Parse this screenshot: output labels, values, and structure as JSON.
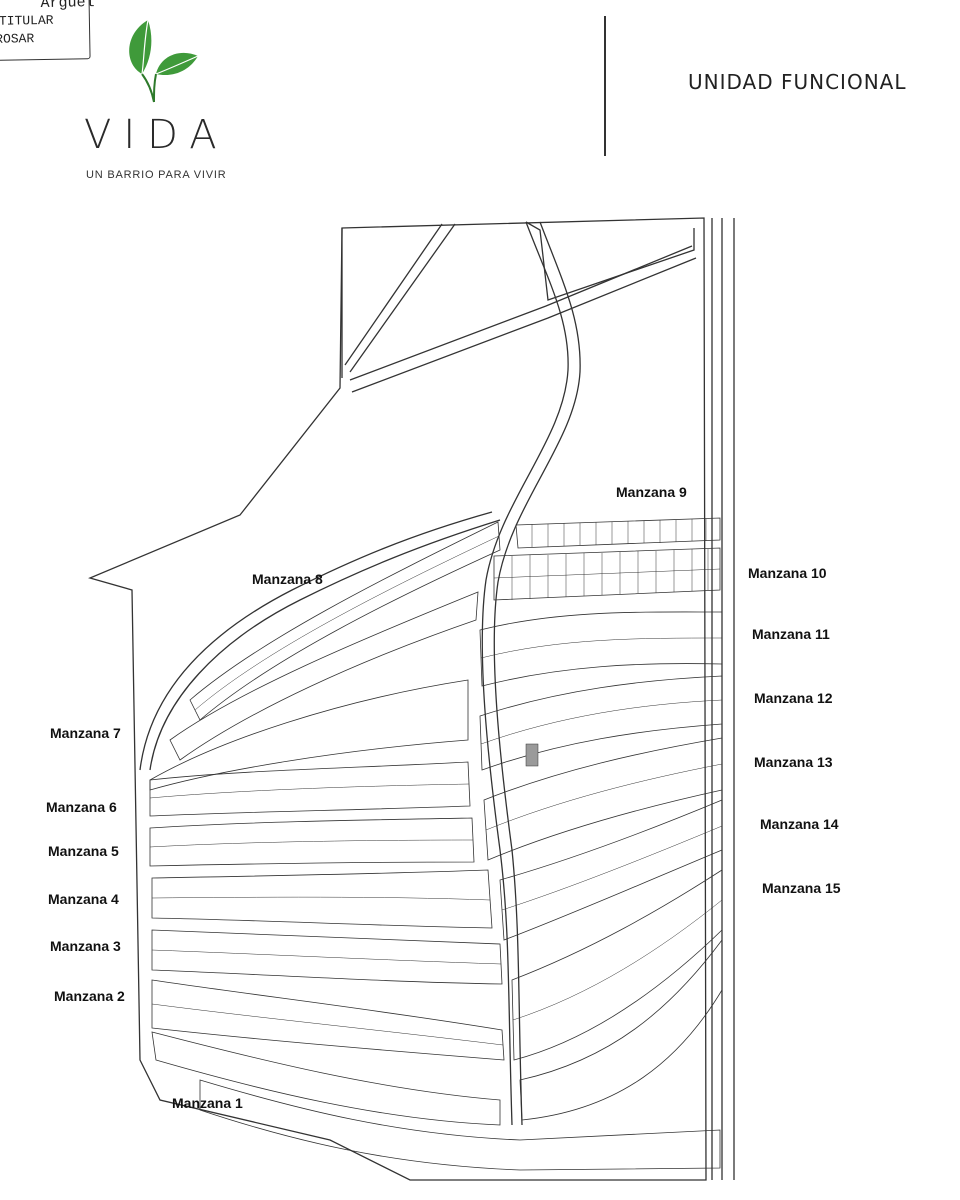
{
  "stamp": {
    "line1": "Argüel",
    "line2": "TITULAR",
    "line3": "ROSAR"
  },
  "brand": {
    "name": "VIDA",
    "tagline": "UN BARRIO PARA VIVIR"
  },
  "header": {
    "title": "UNIDAD FUNCIONAL"
  },
  "colors": {
    "leaf": "#3f9a3a",
    "leaf_dark": "#2e7a2b",
    "lines": "#333333",
    "highlight": "#9a9a9a"
  },
  "manzanas": [
    {
      "name": "Manzana 1"
    },
    {
      "name": "Manzana 2"
    },
    {
      "name": "Manzana 3"
    },
    {
      "name": "Manzana 4"
    },
    {
      "name": "Manzana 5"
    },
    {
      "name": "Manzana 6"
    },
    {
      "name": "Manzana 7"
    },
    {
      "name": "Manzana 8"
    },
    {
      "name": "Manzana 9"
    },
    {
      "name": "Manzana 10"
    },
    {
      "name": "Manzana 11"
    },
    {
      "name": "Manzana 12"
    },
    {
      "name": "Manzana 13"
    },
    {
      "name": "Manzana 14"
    },
    {
      "name": "Manzana 15"
    }
  ]
}
